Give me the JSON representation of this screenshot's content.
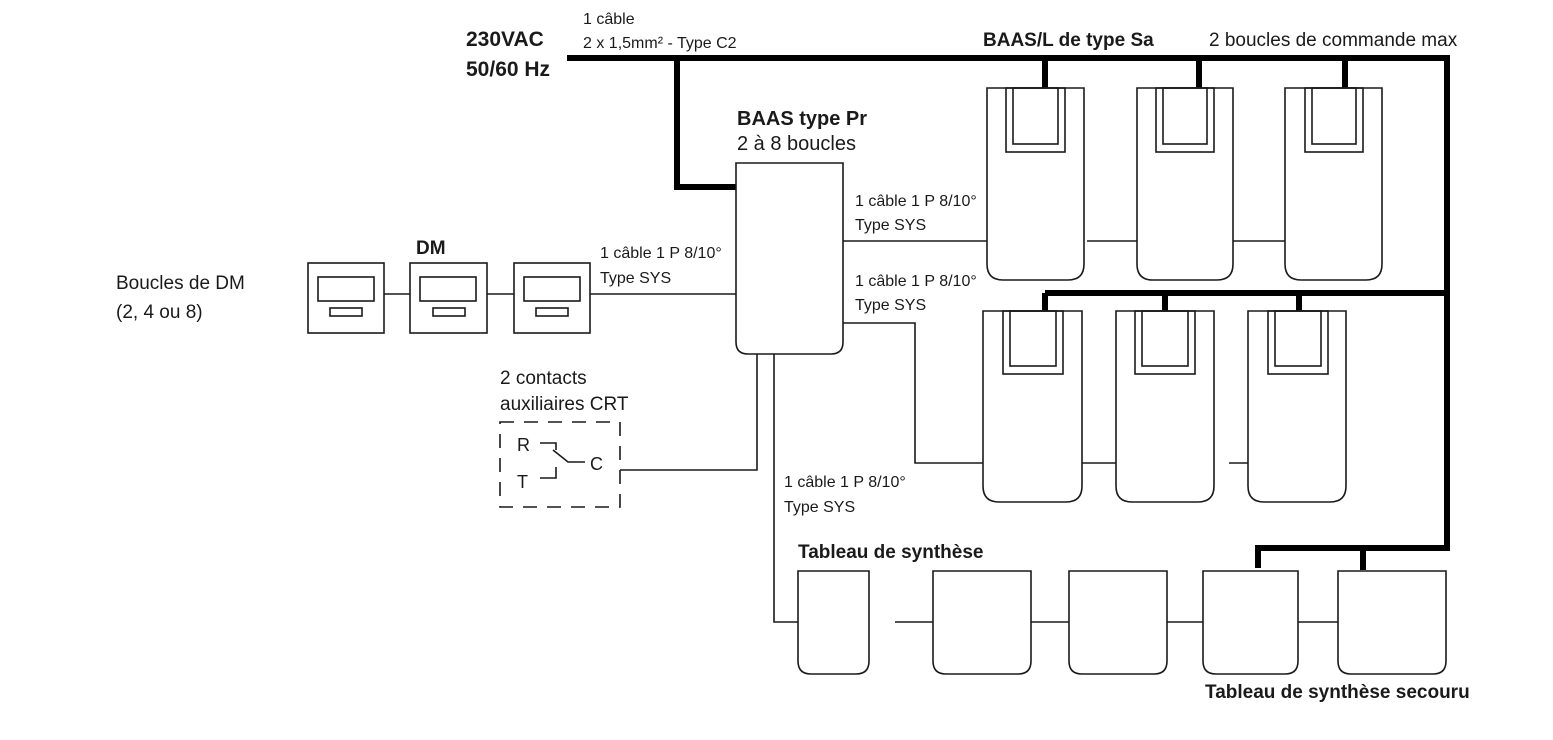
{
  "power": {
    "voltage": "230VAC",
    "frequency": "50/60 Hz",
    "cable_line1": "1 câble",
    "cable_line2": "2 x 1,5mm² - Type C2"
  },
  "central": {
    "title": "BAAS type Pr",
    "subtitle": "2 à 8 boucles"
  },
  "dm": {
    "title": "DM",
    "loop_label_line1": "Boucles de DM",
    "loop_label_line2": "(2, 4 ou 8)",
    "count": 3,
    "cable_line1": "1 câble 1 P 8/10°",
    "cable_line2": "Type SYS"
  },
  "baas_sa": {
    "title": "BAAS/L de type Sa",
    "subtitle": "2 boucles de commande max",
    "rows": 2,
    "per_row": 3,
    "cable_top_line1": "1 câble 1 P 8/10°",
    "cable_top_line2": "Type SYS",
    "cable_mid_line1": "1 câble 1 P 8/10°",
    "cable_mid_line2": "Type SYS"
  },
  "aux": {
    "label_line1": "2 contacts",
    "label_line2": "auxiliaires CRT",
    "terminal_r": "R",
    "terminal_t": "T",
    "terminal_c": "C"
  },
  "synthese": {
    "title": "Tableau de synthèse",
    "backup_title": "Tableau de synthèse secouru",
    "count": 5,
    "cable_line1": "1 câble 1 P 8/10°",
    "cable_line2": "Type SYS"
  }
}
